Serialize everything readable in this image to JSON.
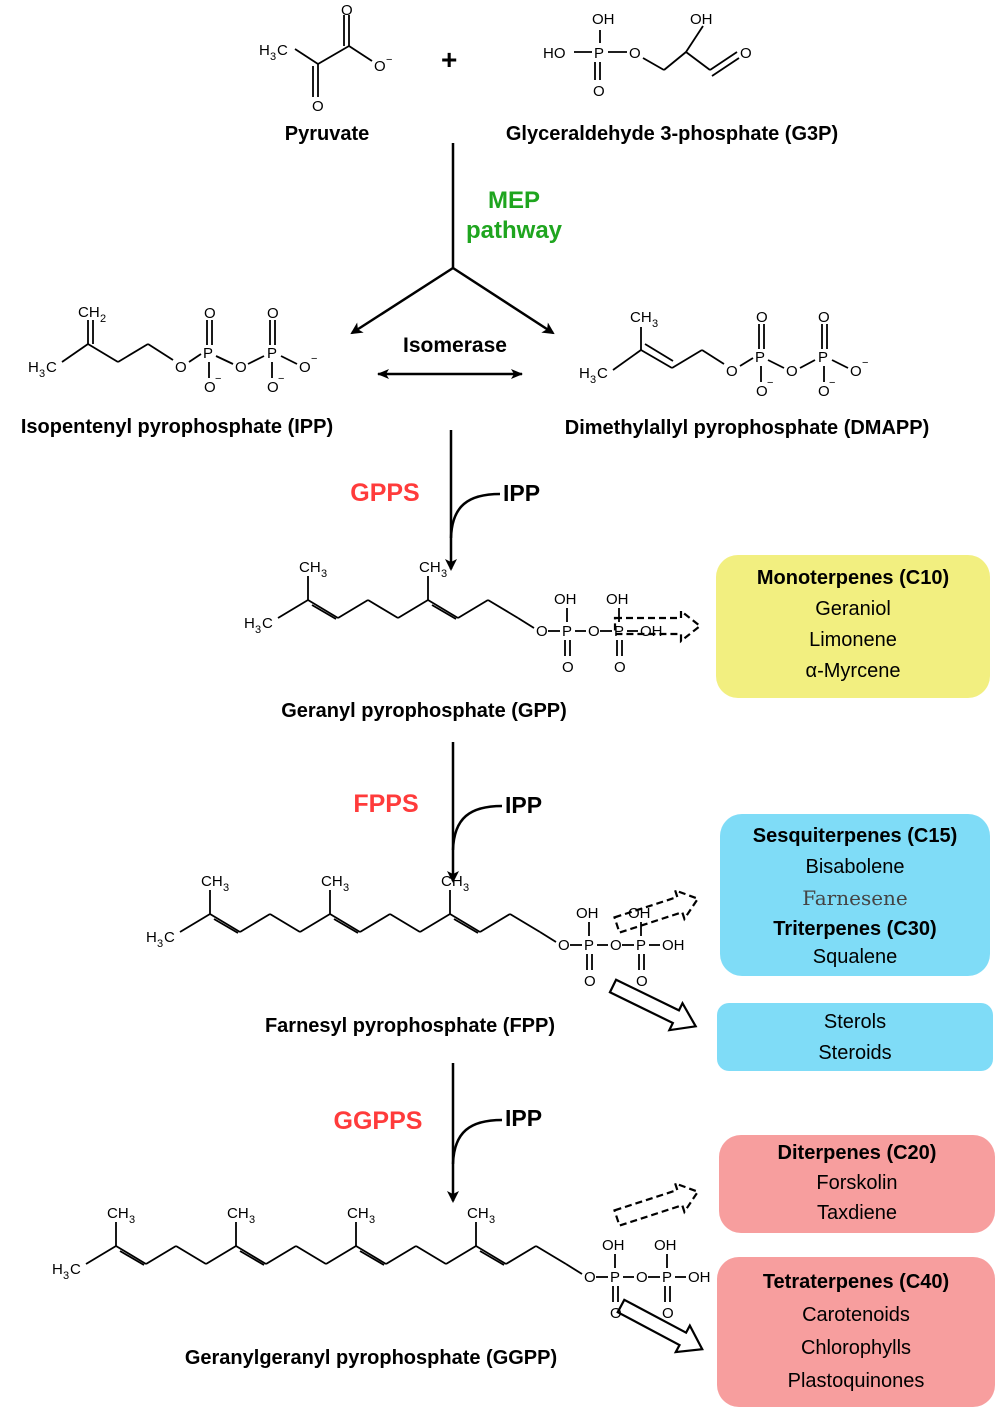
{
  "inputs": {
    "pyruvate": "Pyruvate",
    "g3p": "Glyceraldehyde 3-phosphate (G3P)",
    "plus": "+"
  },
  "mep": {
    "line1": "MEP",
    "line2": "pathway"
  },
  "isomerase": "Isomerase",
  "ipp_name": "Isopentenyl pyrophosphate (IPP)",
  "dmapp_name": "Dimethylallyl pyrophosphate (DMAPP)",
  "steps": [
    {
      "enzyme": "GPPS",
      "cofactor": "IPP",
      "product": "Geranyl pyrophosphate (GPP)"
    },
    {
      "enzyme": "FPPS",
      "cofactor": "IPP",
      "product": "Farnesyl pyrophosphate (FPP)"
    },
    {
      "enzyme": "GGPPS",
      "cofactor": "IPP",
      "product": "Geranylgeranyl pyrophosphate (GGPP)"
    }
  ],
  "boxes": {
    "mono": {
      "title": "Monoterpenes (C10)",
      "items": [
        "Geraniol",
        "Limonene",
        "α-Myrcene"
      ],
      "color": "#f2ef80"
    },
    "sesqui": {
      "title": "Sesquiterpenes (C15)",
      "items": [
        "Bisabolene",
        "Farnesene"
      ],
      "title2": "Triterpenes (C30)",
      "items2": [
        "Squalene"
      ],
      "color": "#7fdcf7"
    },
    "sterols": {
      "items": [
        "Sterols",
        "Steroids"
      ],
      "color": "#7fdcf7"
    },
    "di": {
      "title": "Diterpenes (C20)",
      "items": [
        "Forskolin",
        "Taxdiene"
      ],
      "color": "#f79e9e"
    },
    "tetra": {
      "title": "Tetraterpenes (C40)",
      "items": [
        "Carotenoids",
        "Chlorophylls",
        "Plastoquinones"
      ],
      "color": "#f79e9e"
    }
  },
  "atoms": {
    "O": "O",
    "P": "P",
    "OH": "OH",
    "HO": "HO",
    "minus": "−",
    "C": "C",
    "H": "H",
    "H3": "3",
    "H2": "2",
    "CH": "CH"
  },
  "colors": {
    "enzyme": "#ff3b3b",
    "mep": "#1fa51f"
  }
}
